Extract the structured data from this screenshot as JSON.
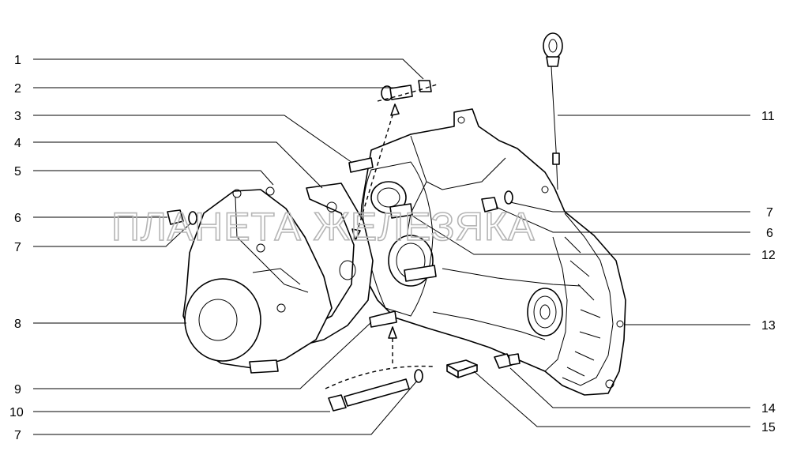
{
  "watermark": "ПЛАНЕТА ЖЕЛЕЗЯКА",
  "callouts_left": [
    "1",
    "2",
    "3",
    "4",
    "5",
    "6",
    "7",
    "8",
    "9",
    "10",
    "7"
  ],
  "callouts_right": [
    "11",
    "7",
    "6",
    "12",
    "13",
    "14",
    "15"
  ],
  "icons": [
    "oil-dipstick",
    "transfer-case-housing",
    "rear-cover",
    "gasket",
    "stud",
    "bolt",
    "nut",
    "washer",
    "drain-plug",
    "magnet"
  ],
  "colors": {
    "ink": "#000000",
    "watermark": "#b5b5b5",
    "background": "#ffffff"
  }
}
